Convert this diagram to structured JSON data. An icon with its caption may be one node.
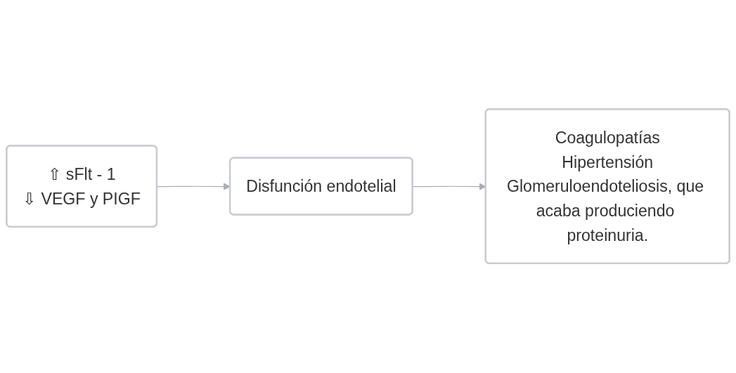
{
  "diagram": {
    "nodes": [
      {
        "text": [
          "⇧ sFlt - 1",
          "⇩ VEGF y PIGF"
        ]
      },
      {
        "text": [
          "Disfunción endotelial"
        ]
      },
      {
        "text": [
          "Coagulopatías",
          "Hipertensión",
          "Glomeruloendoteliosis, que acaba produciendo proteinuria."
        ]
      }
    ],
    "edges": [
      {
        "from": 0,
        "to": 1,
        "arrow": "to",
        "color": "#a9adb6"
      },
      {
        "from": 1,
        "to": 2,
        "arrow": "to",
        "color": "#a9adb6"
      }
    ]
  }
}
